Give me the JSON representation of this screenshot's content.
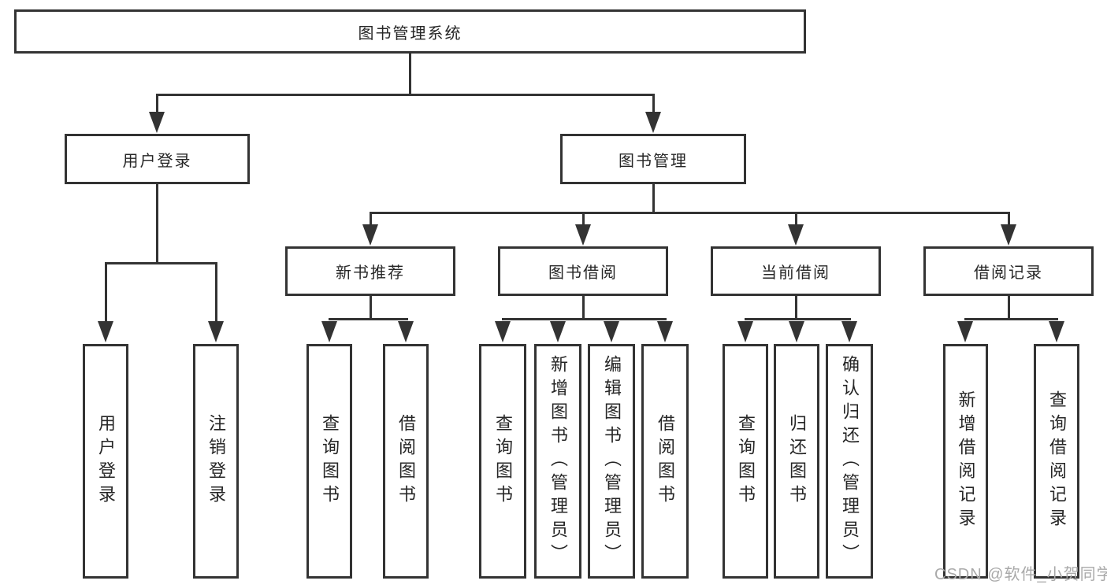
{
  "diagram": {
    "root": {
      "label": "图书管理系统"
    },
    "user_login": {
      "label": "用户登录",
      "children": [
        "用户登录",
        "注销登录"
      ]
    },
    "book_mgmt": {
      "label": "图书管理"
    },
    "modules": [
      {
        "label": "新书推荐",
        "children": [
          "查询图书",
          "借阅图书"
        ]
      },
      {
        "label": "图书借阅",
        "children": [
          "查询图书",
          "新增图书（管理员）",
          "编辑图书（管理员）",
          "借阅图书"
        ]
      },
      {
        "label": "当前借阅",
        "children": [
          "查询图书",
          "归还图书",
          "确认归还（管理员）"
        ]
      },
      {
        "label": "借阅记录",
        "children": [
          "新增借阅记录",
          "查询借阅记录"
        ]
      }
    ],
    "colors": {
      "line": "#333333",
      "box_border": "#333333",
      "text": "#262626",
      "background": "#ffffff",
      "watermark_color": "#a9a9a9"
    }
  },
  "watermark": {
    "text": "CSDN @软件_小贺同学"
  }
}
